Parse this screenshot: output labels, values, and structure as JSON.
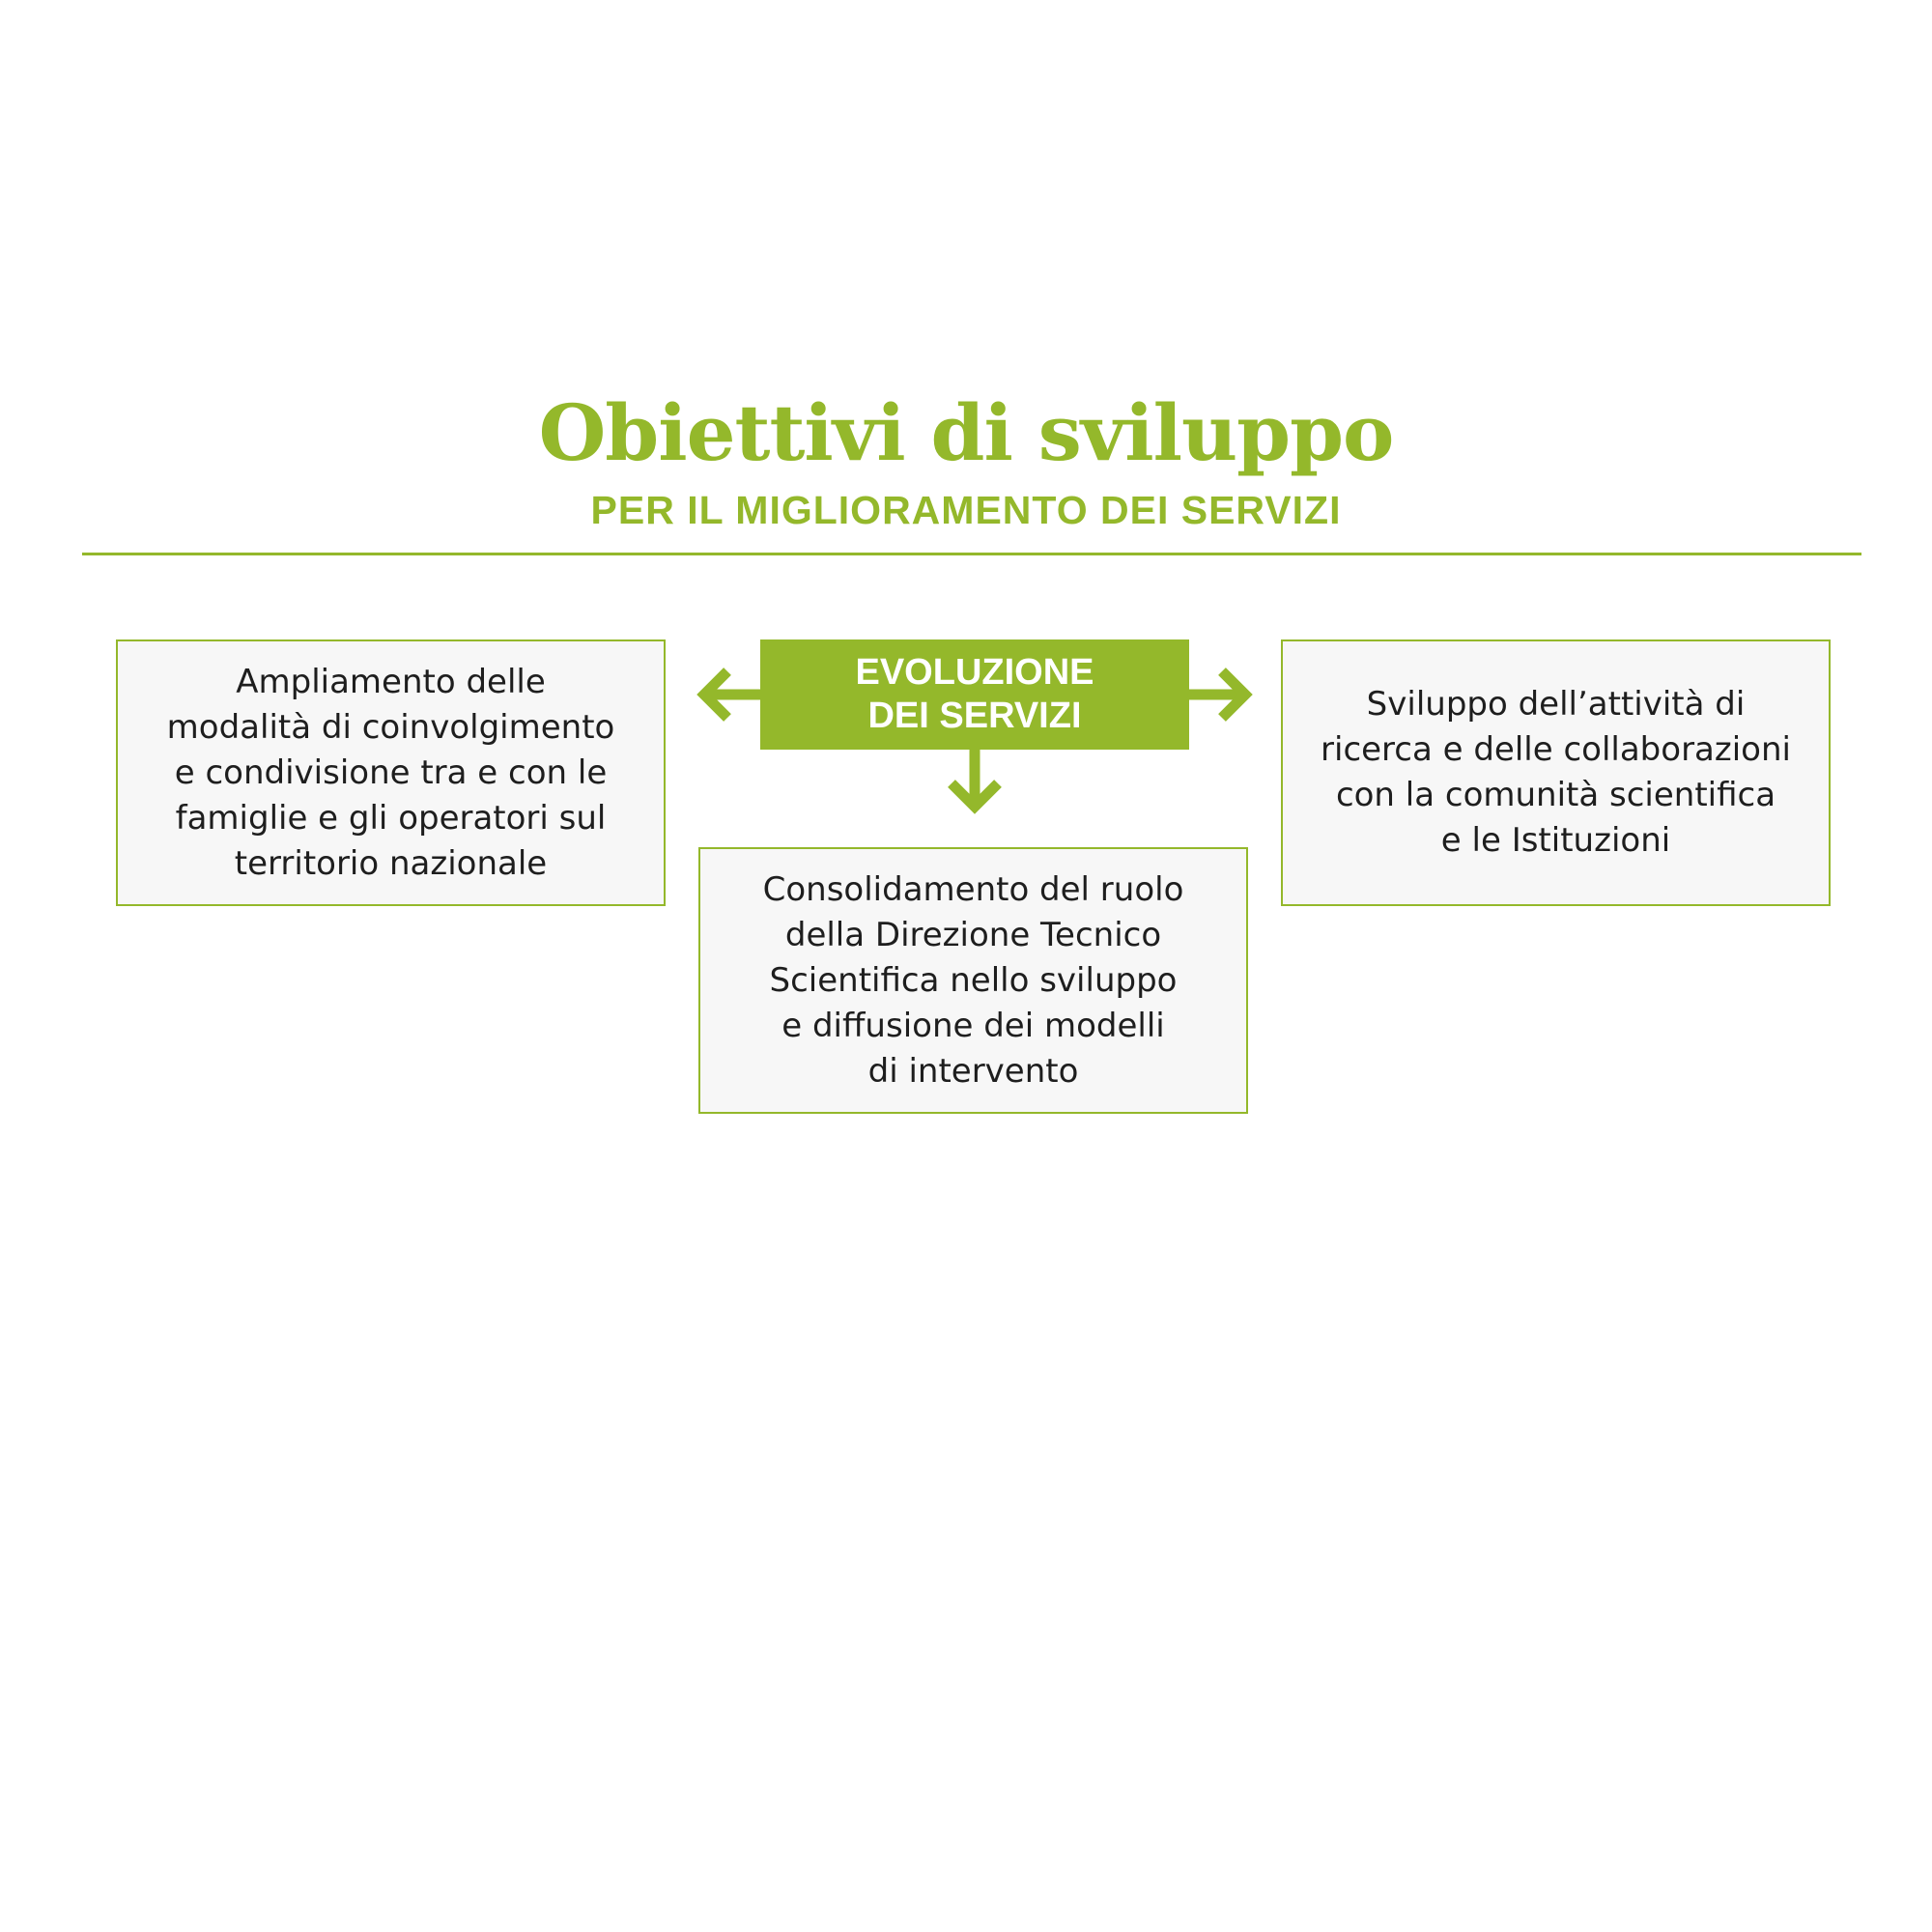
{
  "header": {
    "title": "Obiettivi di sviluppo",
    "subtitle": "PER IL MIGLIORAMENTO DEI SERVIZI"
  },
  "diagram": {
    "center_node": "EVOLUZIONE\nDEI SERVIZI",
    "left_node": "Ampliamento delle\nmodalità di coinvolgimento\ne condivisione tra e con le\nfamiglie e gli operatori sul\nterritorio nazionale",
    "right_node": "Sviluppo dell’attività di\nricerca e delle collaborazioni\ncon la comunità scientifica\ne le Istituzioni",
    "bottom_node": "Consolidamento del ruolo\ndella Direzione Tecnico\nScientifica nello sviluppo\ne diffusione dei modelli\ndi intervento"
  },
  "colors": {
    "accent": "#94b82b",
    "box_fill": "#f7f7f7",
    "text": "#1e1e1e"
  }
}
